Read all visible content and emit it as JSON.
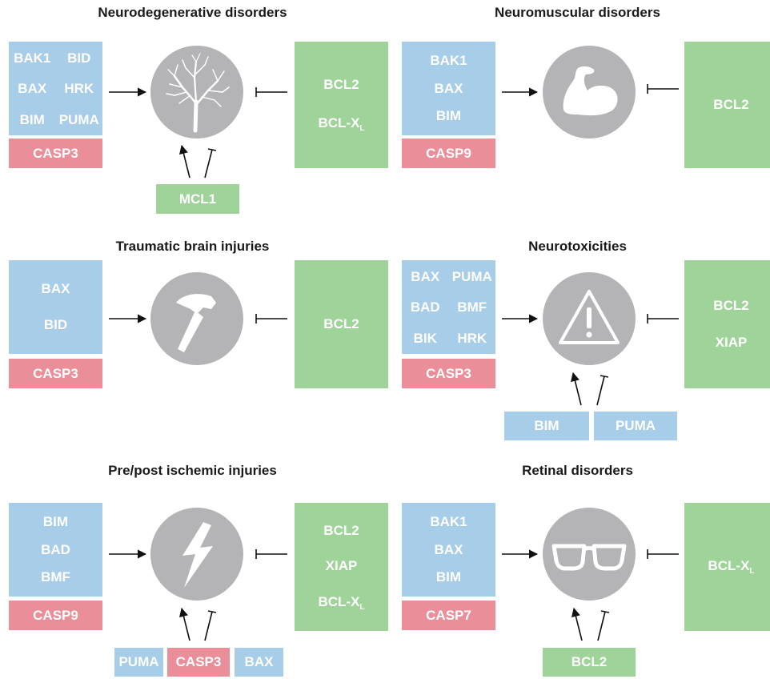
{
  "p1": {
    "title": "Neurodegenerative disorders",
    "pro": [
      "BAK1",
      "BID",
      "BAX",
      "HRK",
      "BIM",
      "PUMA"
    ],
    "casp": "CASP3",
    "anti": [
      "BCL2",
      "BCL-X"
    ],
    "anti_sub": "L",
    "bottom": "MCL1",
    "icon": "tree-icon"
  },
  "p2": {
    "title": "Neuromuscular disorders",
    "pro": [
      "BAK1",
      "BAX",
      "BIM"
    ],
    "casp": "CASP9",
    "anti": [
      "BCL2"
    ],
    "icon": "muscle-icon"
  },
  "p3": {
    "title": "Traumatic brain injuries",
    "pro": [
      "BAX",
      "BID"
    ],
    "casp": "CASP3",
    "anti": [
      "BCL2"
    ],
    "icon": "hammer-icon"
  },
  "p4": {
    "title": "Neurotoxicities",
    "pro": [
      "BAX",
      "PUMA",
      "BAD",
      "BMF",
      "BIK",
      "HRK"
    ],
    "casp": "CASP3",
    "anti": [
      "BCL2",
      "XIAP"
    ],
    "bottom": [
      "BIM",
      "PUMA"
    ],
    "icon": "warning-icon"
  },
  "p5": {
    "title": "Pre/post ischemic injuries",
    "pro": [
      "BIM",
      "BAD",
      "BMF"
    ],
    "casp": "CASP9",
    "anti": [
      "BCL2",
      "XIAP",
      "BCL-X"
    ],
    "anti_sub": "L",
    "bottom": [
      "PUMA",
      "CASP3",
      "BAX"
    ],
    "icon": "lightning-icon"
  },
  "p6": {
    "title": "Retinal disorders",
    "pro": [
      "BAK1",
      "BAX",
      "BIM"
    ],
    "casp": "CASP7",
    "anti": [
      "BCL-X"
    ],
    "anti_sub": "L",
    "bottom": "BCL2",
    "icon": "glasses-icon"
  },
  "colors": {
    "pro_apoptotic": "#a8cde8",
    "caspase": "#ea8f99",
    "anti_apoptotic": "#a0d39a",
    "circle": "#b4b4b6"
  }
}
